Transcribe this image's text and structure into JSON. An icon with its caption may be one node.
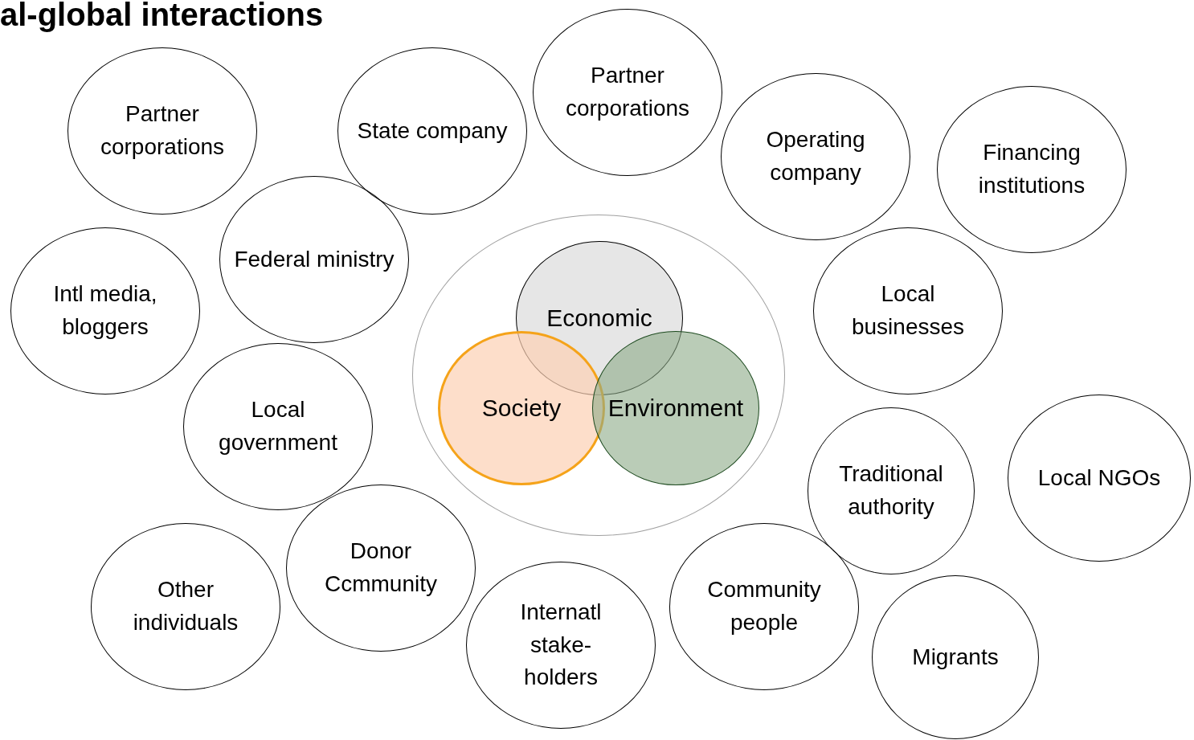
{
  "diagram": {
    "title": "al-global interactions",
    "nodes": [
      {
        "text": [
          "Partner corporations"
        ]
      },
      {
        "text": [
          "State company"
        ]
      },
      {
        "text": [
          "Partner corporations"
        ]
      },
      {
        "text": [
          "Operating company"
        ]
      },
      {
        "text": [
          "Financing institutions"
        ]
      },
      {
        "text": [
          "Federal ministry"
        ]
      },
      {
        "text": [
          "Intl media, bloggers"
        ]
      },
      {
        "text": [],
        "shape": "ellipse"
      },
      {
        "text": [
          "Economic"
        ],
        "in": 7
      },
      {
        "text": [
          "Society"
        ],
        "in": 7
      },
      {
        "text": [
          "Environment"
        ],
        "in": 7
      },
      {
        "text": [
          "Local businesses"
        ]
      },
      {
        "text": [
          "Local government"
        ]
      },
      {
        "text": [
          "Traditional authority"
        ]
      },
      {
        "text": [
          "Local NGOs"
        ]
      },
      {
        "text": [
          "Donor Ccmmunity"
        ]
      },
      {
        "text": [
          "Other individuals"
        ]
      },
      {
        "text": [
          "Internatl stake-holders"
        ]
      },
      {
        "text": [
          "Community people"
        ]
      },
      {
        "text": [
          "Migrants"
        ]
      }
    ]
  }
}
